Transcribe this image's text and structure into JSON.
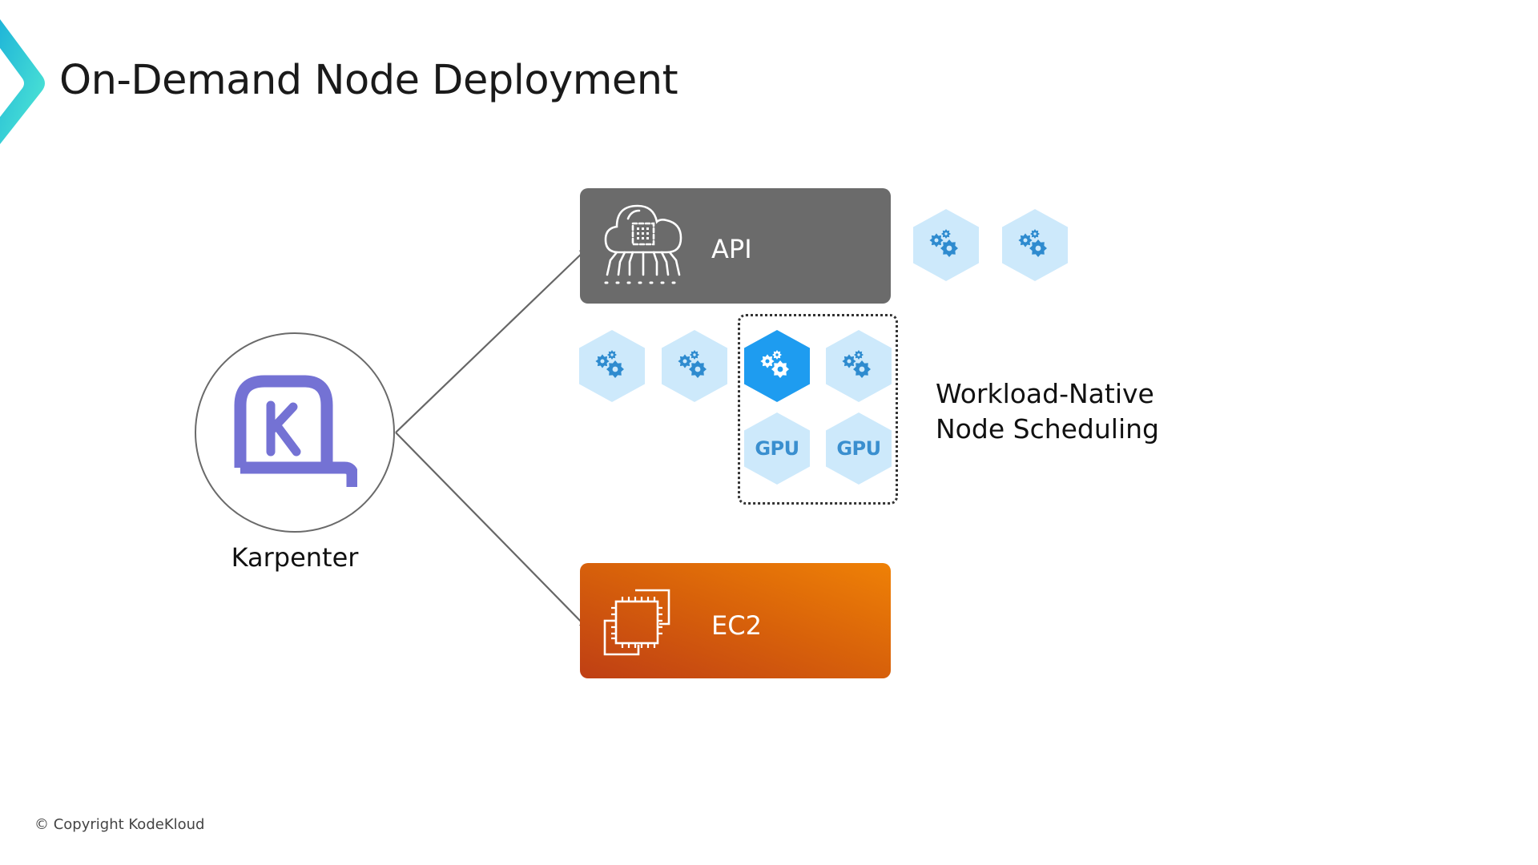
{
  "slide": {
    "title": "On-Demand Node Deployment",
    "copyright": "© Copyright KodeKloud"
  },
  "colors": {
    "brand_gradient_start": "#1fb5d8",
    "brand_gradient_end": "#52ead4",
    "api_box": "#6b6b6b",
    "ec2_gradient": [
      "#ef8106",
      "#bf3f14"
    ],
    "karpenter_purple": "#7472d4",
    "pod_light": "#cde9fb",
    "pod_highlight": "#1e9cf0",
    "pod_icon": "#2e8bcf",
    "arrow": "#666666"
  },
  "diagram": {
    "controller": {
      "name": "Karpenter",
      "icon": "karpenter-logo-icon"
    },
    "targets": [
      {
        "id": "api",
        "label": "API",
        "icon": "cloud-chip-icon"
      },
      {
        "id": "ec2",
        "label": "EC2",
        "icon": "ec2-chip-icon"
      }
    ],
    "pending_pods": [
      {
        "icon": "gears-icon",
        "label": ""
      },
      {
        "icon": "gears-icon",
        "label": ""
      }
    ],
    "pod_row": [
      {
        "icon": "gears-icon",
        "label": "",
        "highlighted": false
      },
      {
        "icon": "gears-icon",
        "label": "",
        "highlighted": false
      },
      {
        "icon": "gears-icon",
        "label": "",
        "highlighted": true
      },
      {
        "icon": "gears-icon",
        "label": "",
        "highlighted": false
      }
    ],
    "gpu_pods": [
      {
        "label": "GPU"
      },
      {
        "label": "GPU"
      }
    ],
    "annotation": {
      "line1": "Workload-Native",
      "line2": "Node Scheduling"
    }
  }
}
